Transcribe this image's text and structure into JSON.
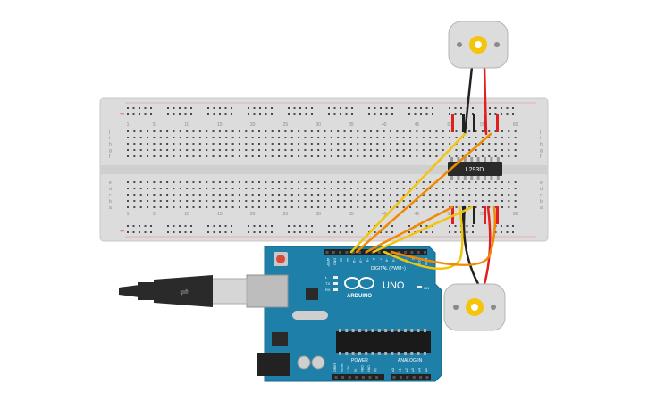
{
  "breadboard": {
    "column_labels": [
      "1",
      "5",
      "10",
      "15",
      "20",
      "25",
      "30",
      "35",
      "40",
      "45",
      "50",
      "55",
      "60"
    ],
    "row_labels_top": [
      "j",
      "i",
      "h",
      "g",
      "f"
    ],
    "row_labels_bottom": [
      "e",
      "d",
      "c",
      "b",
      "a"
    ],
    "rail_plus": "+",
    "rail_minus": "−"
  },
  "chip": {
    "label": "L293D"
  },
  "arduino": {
    "logo_text": "ARDUINO",
    "model": "UNO",
    "digital_label": "DIGITAL (PWM~)",
    "power_label": "POWER",
    "analog_label": "ANALOG IN",
    "led_labels": [
      "L",
      "TX",
      "RX"
    ],
    "on_label": "ON",
    "digital_pins": [
      "AREF",
      "GND",
      "13",
      "12",
      "~11",
      "~10",
      "~9",
      "8",
      "7",
      "~6",
      "~5",
      "4",
      "~3",
      "2",
      "TX 1",
      "RX 0"
    ],
    "power_pins": [
      "IOREF",
      "RESET",
      "3.3V",
      "5V",
      "GND",
      "GND",
      "Vin"
    ],
    "analog_pins": [
      "A0",
      "A1",
      "A2",
      "A3",
      "A4",
      "A5"
    ]
  },
  "wires": {
    "colors": {
      "red": "#e02020",
      "black": "#222222",
      "orange": "#f08a00",
      "yellow": "#f2c40c"
    }
  },
  "motors": [
    {
      "name": "motor-top"
    },
    {
      "name": "motor-bottom"
    }
  ],
  "usb": {
    "name": "usb-cable"
  }
}
